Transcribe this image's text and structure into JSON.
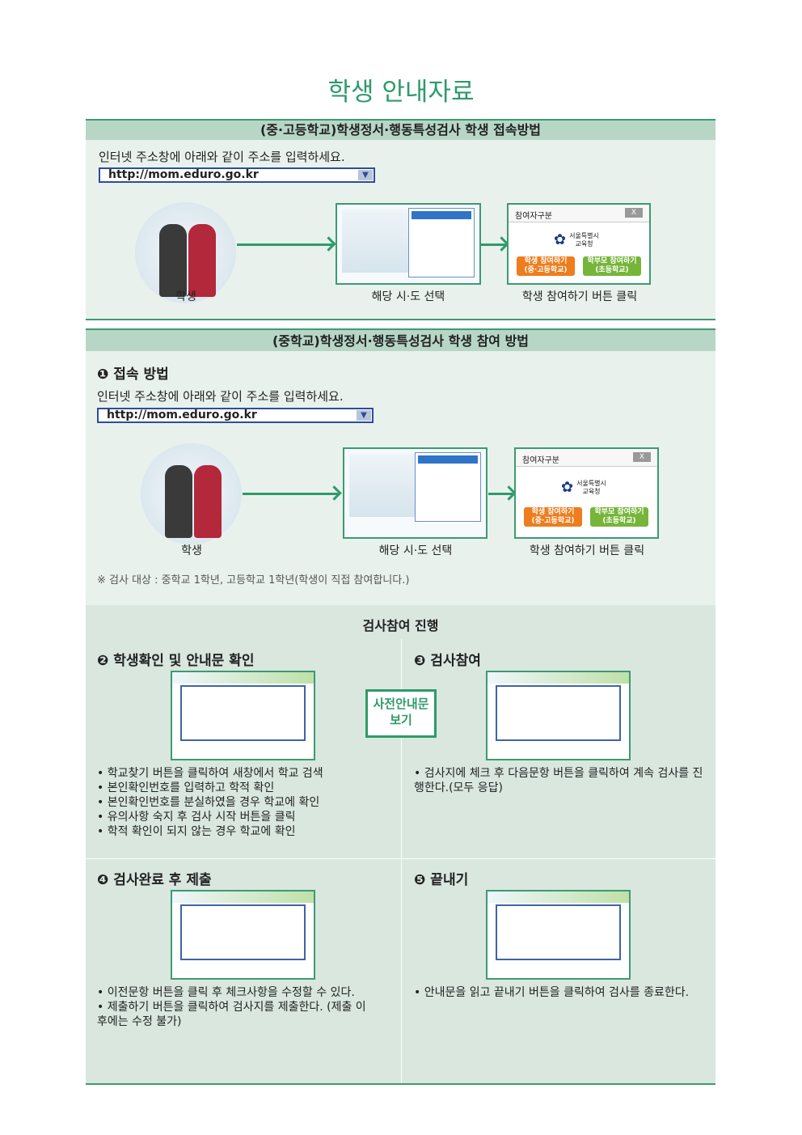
{
  "title": "학생 안내자료",
  "section1": {
    "header": "(중·고등학교)학생정서·행동특성검사 학생 접속방법",
    "instruction": "인터넷 주소창에 아래와 같이 주소를 입력하세요.",
    "url": "http://mom.eduro.go.kr",
    "steps": [
      "학생",
      "해당 시·도 선택",
      "학생 참여하기 버튼 클릭"
    ]
  },
  "dialog": {
    "title": "참여자구분",
    "close": "X",
    "org_line1": "서울특별시",
    "org_line2": "교육청",
    "student_btn": "학생 참여하기",
    "student_sub": "(중·고등학교)",
    "parent_btn": "학부모 참여하기",
    "parent_sub": "(초등학교)"
  },
  "section2": {
    "header": "(중학교)학생정서·행동특성검사 학생 참여 방법",
    "step1_title": "❶ 접속 방법",
    "instruction": "인터넷 주소창에 아래와 같이 주소를 입력하세요.",
    "url": "http://mom.eduro.go.kr",
    "steps": [
      "학생",
      "해당 시·도 선택",
      "학생 참여하기 버튼 클릭"
    ],
    "note": "※ 검사 대상 : 중학교 1학년, 고등학교 1학년(학생이 직접 참여합니다.)"
  },
  "progress": {
    "title": "검사참여 진행",
    "preview_line1": "사전안내문",
    "preview_line2": "보기",
    "step2": {
      "title": "❷ 학생확인 및 안내문 확인",
      "items": [
        "학교찾기 버튼을 클릭하여 새창에서 학교 검색",
        "본인확인번호를 입력하고 학적 확인",
        "본인확인번호를 분실하였을 경우 학교에 확인",
        "유의사항 숙지 후 검사 시작 버튼을 클릭",
        "학적 확인이 되지 않는 경우 학교에 확인"
      ]
    },
    "step3": {
      "title": "❸ 검사참여",
      "items": [
        "검사지에 체크 후 다음문항 버튼을 클릭하여 계속 검사를 진행한다.(모두 응답)"
      ]
    },
    "step4": {
      "title": "❹ 검사완료 후 제출",
      "items": [
        "이전문항 버튼을 클릭 후 체크사항을 수정할 수 있다.",
        "제출하기 버튼을 클릭하여 검사지를 제출한다. (제출 이후에는 수정 불가)"
      ]
    },
    "step5": {
      "title": "❺ 끝내기",
      "items": [
        "안내문을 읽고 끝내기 버튼을 클릭하여 검사를 종료한다."
      ]
    }
  },
  "colors": {
    "accent": "#2f9a6c",
    "band": "#b7d6c6",
    "panel": "#e9f1ed",
    "student_btn": "#ee7d1e",
    "parent_btn": "#76b53a"
  }
}
